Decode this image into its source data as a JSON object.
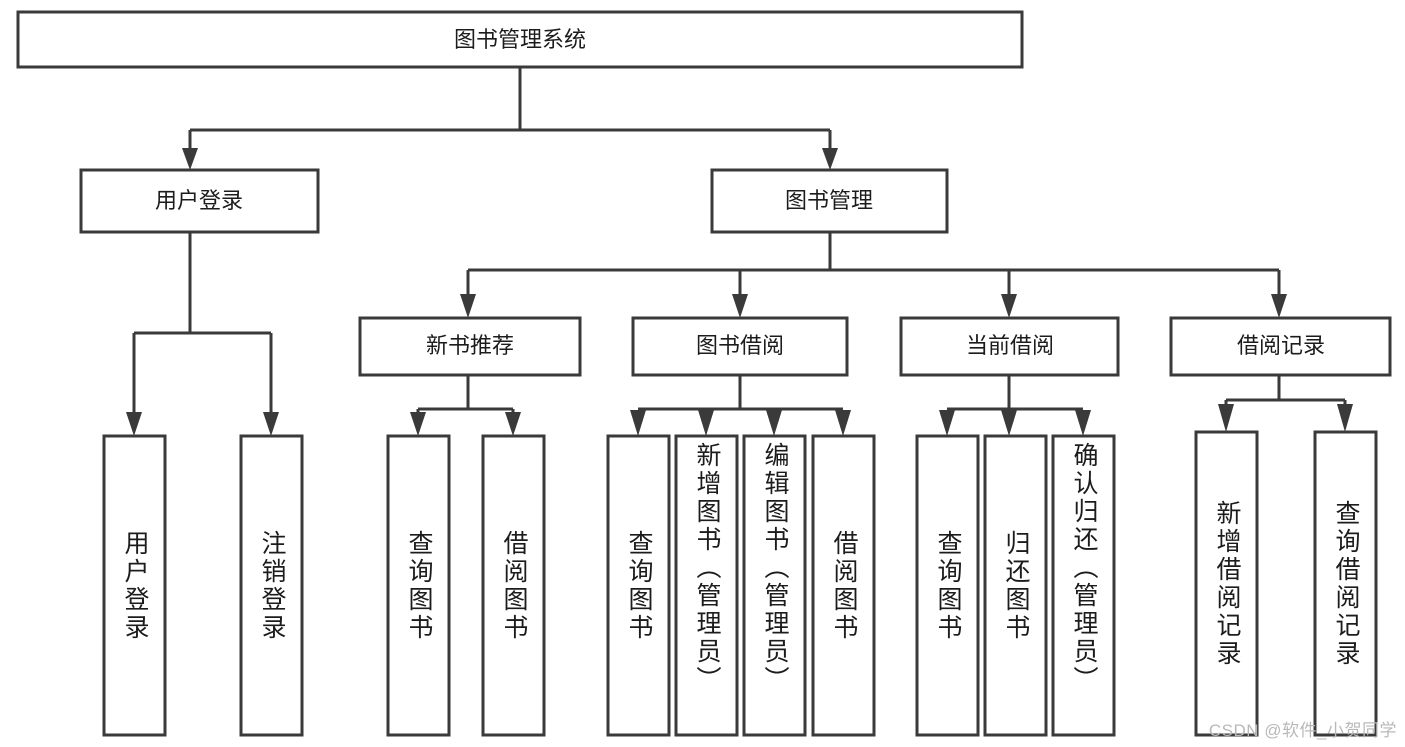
{
  "diagram": {
    "title": "图书管理系统",
    "type": "tree-hierarchy",
    "watermark": "CSDN @软件_小贺同学",
    "colors": {
      "stroke": "#3a3a3a",
      "fill": "#ffffff",
      "text": "#1c1c1c",
      "watermark": "#b9b9b9"
    },
    "root": {
      "label": "图书管理系统"
    },
    "level2": [
      {
        "label": "用户登录"
      },
      {
        "label": "图书管理"
      }
    ],
    "level3": [
      {
        "label": "新书推荐"
      },
      {
        "label": "图书借阅"
      },
      {
        "label": "当前借阅"
      },
      {
        "label": "借阅记录"
      }
    ],
    "leaves": {
      "user_login": [
        {
          "label": "用户登录"
        },
        {
          "label": "注销登录"
        }
      ],
      "new_book_recommend": [
        {
          "label": "查询图书"
        },
        {
          "label": "借阅图书"
        }
      ],
      "book_borrow": [
        {
          "label": "查询图书"
        },
        {
          "label": "新增图书（管理员）"
        },
        {
          "label": "编辑图书（管理员）"
        },
        {
          "label": "借阅图书"
        }
      ],
      "current_borrow": [
        {
          "label": "查询图书"
        },
        {
          "label": "归还图书"
        },
        {
          "label": "确认归还（管理员）"
        }
      ],
      "borrow_record": [
        {
          "label": "新增借阅记录"
        },
        {
          "label": "查询借阅记录"
        }
      ]
    }
  }
}
